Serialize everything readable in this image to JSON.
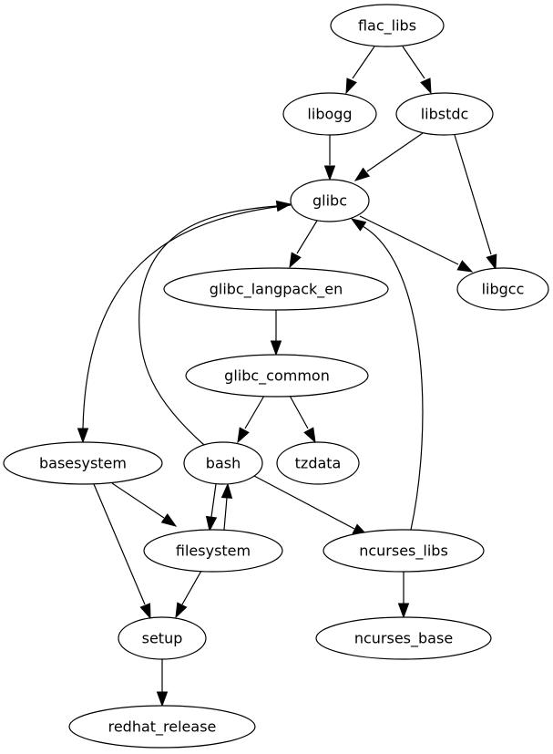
{
  "diagram": {
    "type": "directed-graph",
    "nodes": [
      {
        "id": "flac_libs",
        "label": "flac_libs"
      },
      {
        "id": "libogg",
        "label": "libogg"
      },
      {
        "id": "libstdc",
        "label": "libstdc"
      },
      {
        "id": "glibc",
        "label": "glibc"
      },
      {
        "id": "glibc_langpack_en",
        "label": "glibc_langpack_en"
      },
      {
        "id": "libgcc",
        "label": "libgcc"
      },
      {
        "id": "glibc_common",
        "label": "glibc_common"
      },
      {
        "id": "basesystem",
        "label": "basesystem"
      },
      {
        "id": "bash",
        "label": "bash"
      },
      {
        "id": "tzdata",
        "label": "tzdata"
      },
      {
        "id": "filesystem",
        "label": "filesystem"
      },
      {
        "id": "ncurses_libs",
        "label": "ncurses_libs"
      },
      {
        "id": "setup",
        "label": "setup"
      },
      {
        "id": "ncurses_base",
        "label": "ncurses_base"
      },
      {
        "id": "redhat_release",
        "label": "redhat_release"
      }
    ],
    "edges": [
      {
        "from": "flac_libs",
        "to": "libogg"
      },
      {
        "from": "flac_libs",
        "to": "libstdc"
      },
      {
        "from": "libogg",
        "to": "glibc"
      },
      {
        "from": "libstdc",
        "to": "glibc"
      },
      {
        "from": "libstdc",
        "to": "libgcc"
      },
      {
        "from": "glibc",
        "to": "glibc_langpack_en"
      },
      {
        "from": "glibc",
        "to": "libgcc"
      },
      {
        "from": "glibc",
        "to": "basesystem"
      },
      {
        "from": "glibc_langpack_en",
        "to": "glibc_common"
      },
      {
        "from": "glibc_common",
        "to": "bash"
      },
      {
        "from": "glibc_common",
        "to": "tzdata"
      },
      {
        "from": "bash",
        "to": "glibc"
      },
      {
        "from": "bash",
        "to": "filesystem"
      },
      {
        "from": "bash",
        "to": "ncurses_libs"
      },
      {
        "from": "filesystem",
        "to": "bash"
      },
      {
        "from": "basesystem",
        "to": "filesystem"
      },
      {
        "from": "basesystem",
        "to": "setup"
      },
      {
        "from": "filesystem",
        "to": "setup"
      },
      {
        "from": "ncurses_libs",
        "to": "glibc"
      },
      {
        "from": "ncurses_libs",
        "to": "ncurses_base"
      },
      {
        "from": "setup",
        "to": "redhat_release"
      }
    ]
  }
}
